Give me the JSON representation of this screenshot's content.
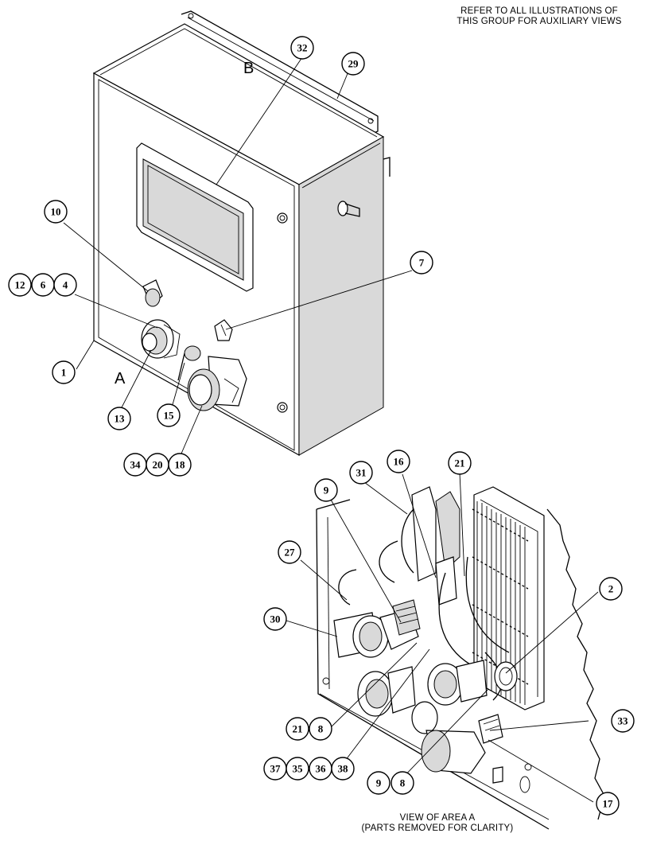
{
  "notes": {
    "top_right_line1": "REFER TO ALL ILLUSTRATIONS OF",
    "top_right_line2": "THIS GROUP FOR AUXILIARY VIEWS",
    "bottom_caption_line1": "VIEW OF AREA  A",
    "bottom_caption_line2": "(PARTS REMOVED FOR CLARITY)"
  },
  "view_letters": {
    "b": "B",
    "a": "A"
  },
  "callouts": [
    {
      "id": "c32",
      "label": "32"
    },
    {
      "id": "c29",
      "label": "29"
    },
    {
      "id": "c10",
      "label": "10"
    },
    {
      "id": "c12",
      "label": "12"
    },
    {
      "id": "c6",
      "label": "6"
    },
    {
      "id": "c4",
      "label": "4"
    },
    {
      "id": "c7",
      "label": "7"
    },
    {
      "id": "c1",
      "label": "1"
    },
    {
      "id": "c13",
      "label": "13"
    },
    {
      "id": "c15",
      "label": "15"
    },
    {
      "id": "c34",
      "label": "34"
    },
    {
      "id": "c20",
      "label": "20"
    },
    {
      "id": "c18",
      "label": "18"
    },
    {
      "id": "c16",
      "label": "16"
    },
    {
      "id": "c21a",
      "label": "21"
    },
    {
      "id": "c31",
      "label": "31"
    },
    {
      "id": "c9a",
      "label": "9"
    },
    {
      "id": "c27",
      "label": "27"
    },
    {
      "id": "c2",
      "label": "2"
    },
    {
      "id": "c30",
      "label": "30"
    },
    {
      "id": "c33",
      "label": "33"
    },
    {
      "id": "c21b",
      "label": "21"
    },
    {
      "id": "c8a",
      "label": "8"
    },
    {
      "id": "c37",
      "label": "37"
    },
    {
      "id": "c35",
      "label": "35"
    },
    {
      "id": "c36",
      "label": "36"
    },
    {
      "id": "c38",
      "label": "38"
    },
    {
      "id": "c9b",
      "label": "9"
    },
    {
      "id": "c8b",
      "label": "8"
    },
    {
      "id": "c17",
      "label": "17"
    }
  ]
}
